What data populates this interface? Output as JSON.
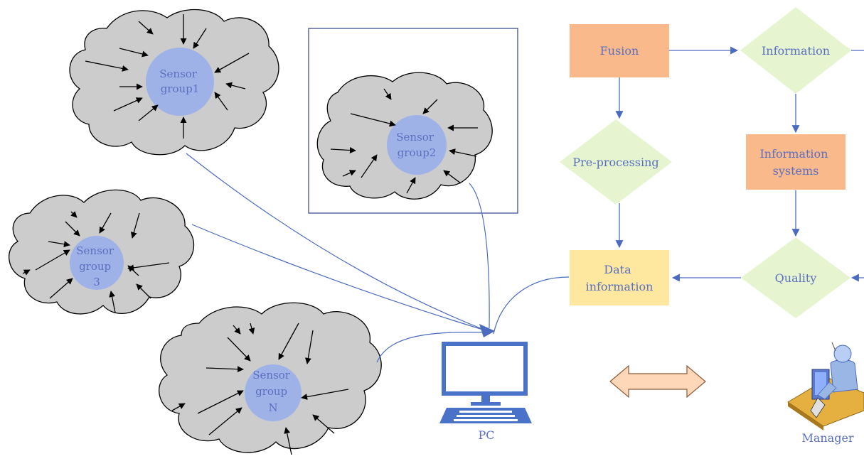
{
  "colors": {
    "line": "#4a6bbf",
    "text": "#5b6fc0",
    "cloud_fill": "#cccccc",
    "sensor_fill": "#9fb2e8",
    "process_box": "#f9b98a",
    "decision": "#e6f5cf",
    "data_box": "#fee8a0",
    "double_arrow": "#fdd7b8",
    "pc": "#4a72c8"
  },
  "sensor_groups": [
    {
      "lines": [
        "Sensor",
        "group1"
      ]
    },
    {
      "lines": [
        "Sensor",
        "group2"
      ]
    },
    {
      "lines": [
        "Sensor",
        "group",
        "3"
      ]
    },
    {
      "lines": [
        "Sensor",
        "group",
        "N"
      ]
    }
  ],
  "flow": {
    "fusion": "Fusion",
    "information": "Information",
    "pre_processing": "Pre-processing",
    "information_systems": [
      "Information",
      "systems"
    ],
    "data_information": [
      "Data",
      "information"
    ],
    "quality": "Quality"
  },
  "pc_label": "PC",
  "manager_label": "Manager",
  "icons": {
    "pc": "desktop-computer-icon",
    "manager": "person-at-desk-icon",
    "exchange": "double-headed-arrow-icon"
  }
}
